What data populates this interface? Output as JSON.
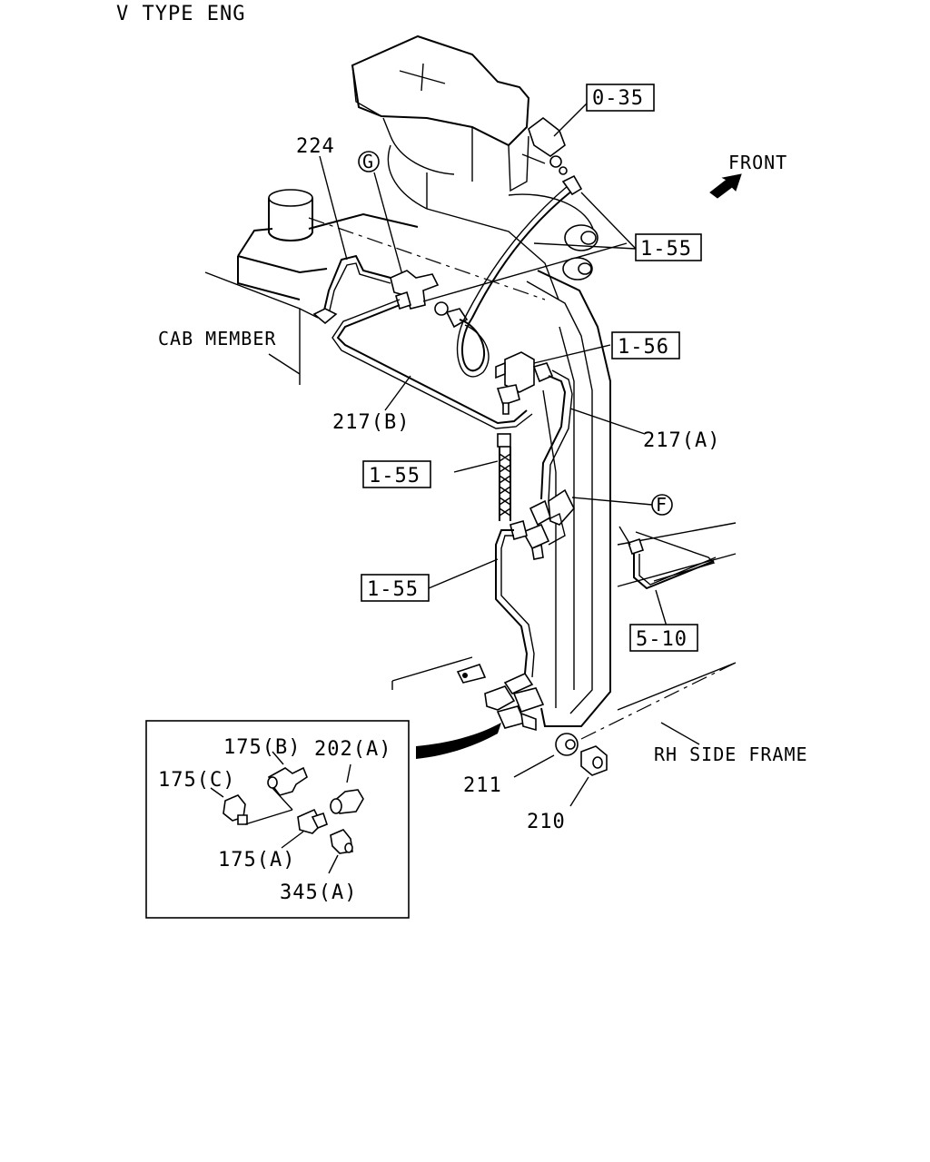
{
  "diagram": {
    "header": "V TYPE ENG",
    "direction_label": "FRONT",
    "labels": {
      "cab_member": "CAB MEMBER",
      "rh_side_frame": "RH SIDE FRAME"
    },
    "references": {
      "ref_0_35": "0-35",
      "ref_1_55_top": "1-55",
      "ref_1_56": "1-56",
      "ref_1_55_mid": "1-55",
      "ref_1_55_low": "1-55",
      "ref_5_10": "5-10"
    },
    "callouts": {
      "g": "G",
      "f": "F"
    },
    "part_numbers": {
      "p224": "224",
      "p217b": "217(B)",
      "p217a": "217(A)",
      "p211": "211",
      "p210": "210"
    },
    "inset": {
      "p175b": "175(B)",
      "p202a": "202(A)",
      "p175c": "175(C)",
      "p175a": "175(A)",
      "p345a": "345(A)"
    }
  }
}
